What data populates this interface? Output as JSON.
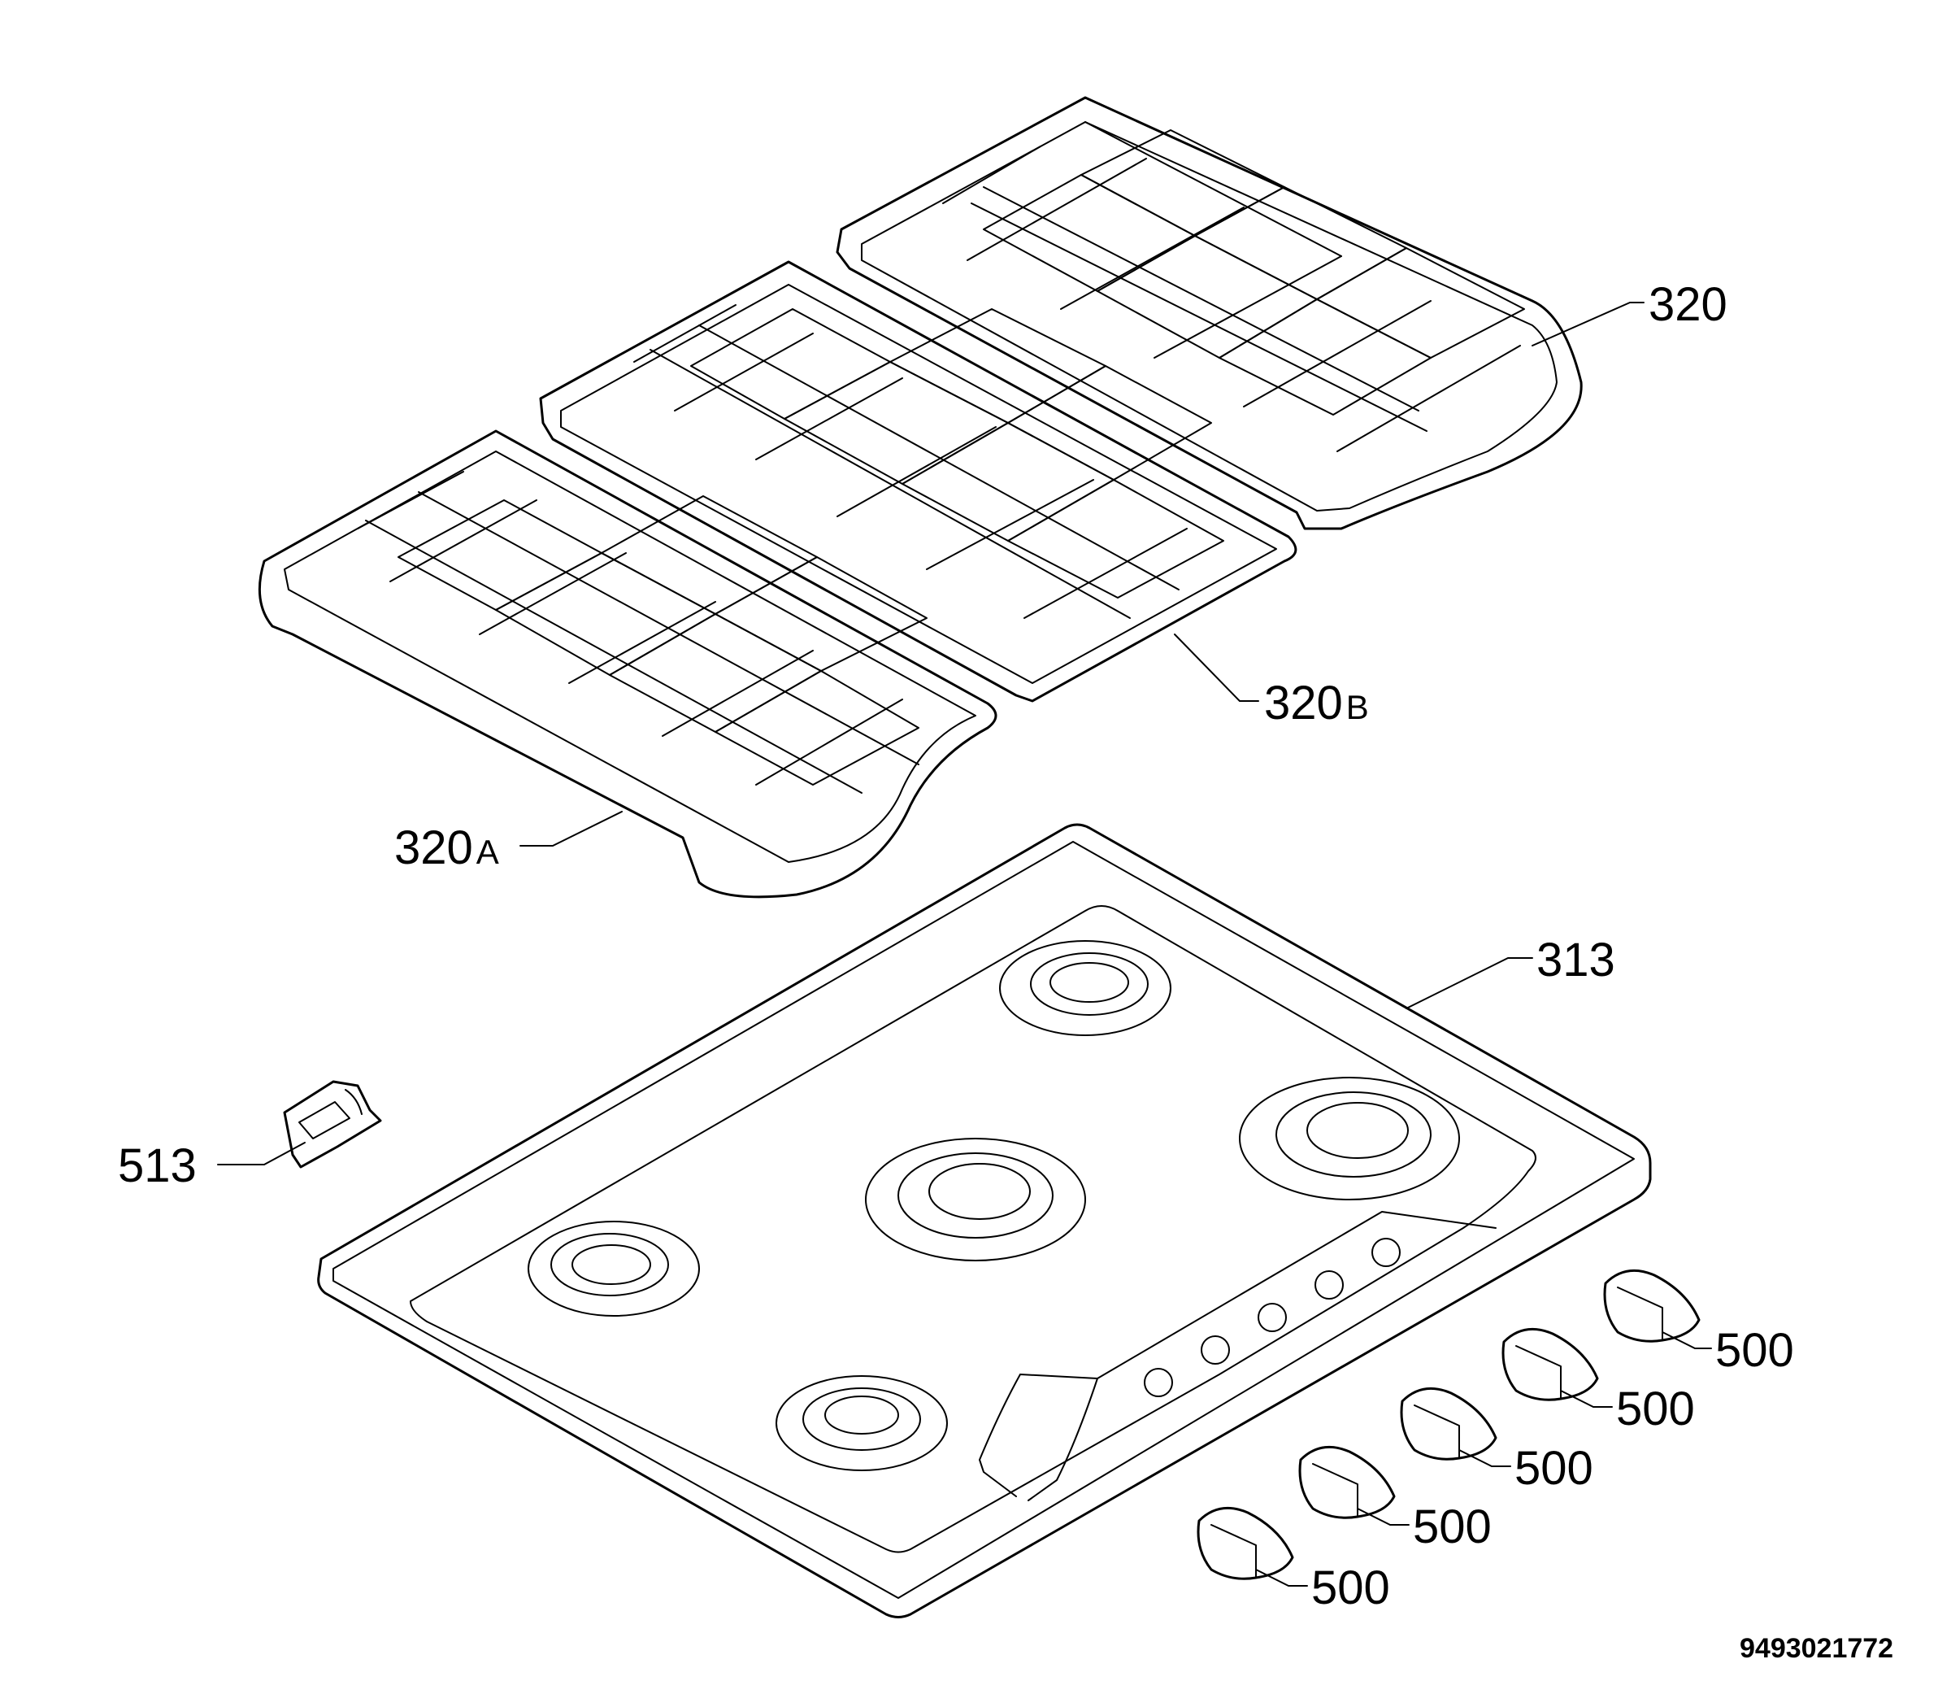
{
  "labels": {
    "grid_right": {
      "main": "320",
      "suffix": ""
    },
    "grid_middle": {
      "main": "320",
      "suffix": "B"
    },
    "grid_left": {
      "main": "320",
      "suffix": "A"
    },
    "hob_top": "313",
    "clip": "513",
    "knobs": [
      "500",
      "500",
      "500",
      "500",
      "500"
    ]
  },
  "drawing_code": "9493021772"
}
